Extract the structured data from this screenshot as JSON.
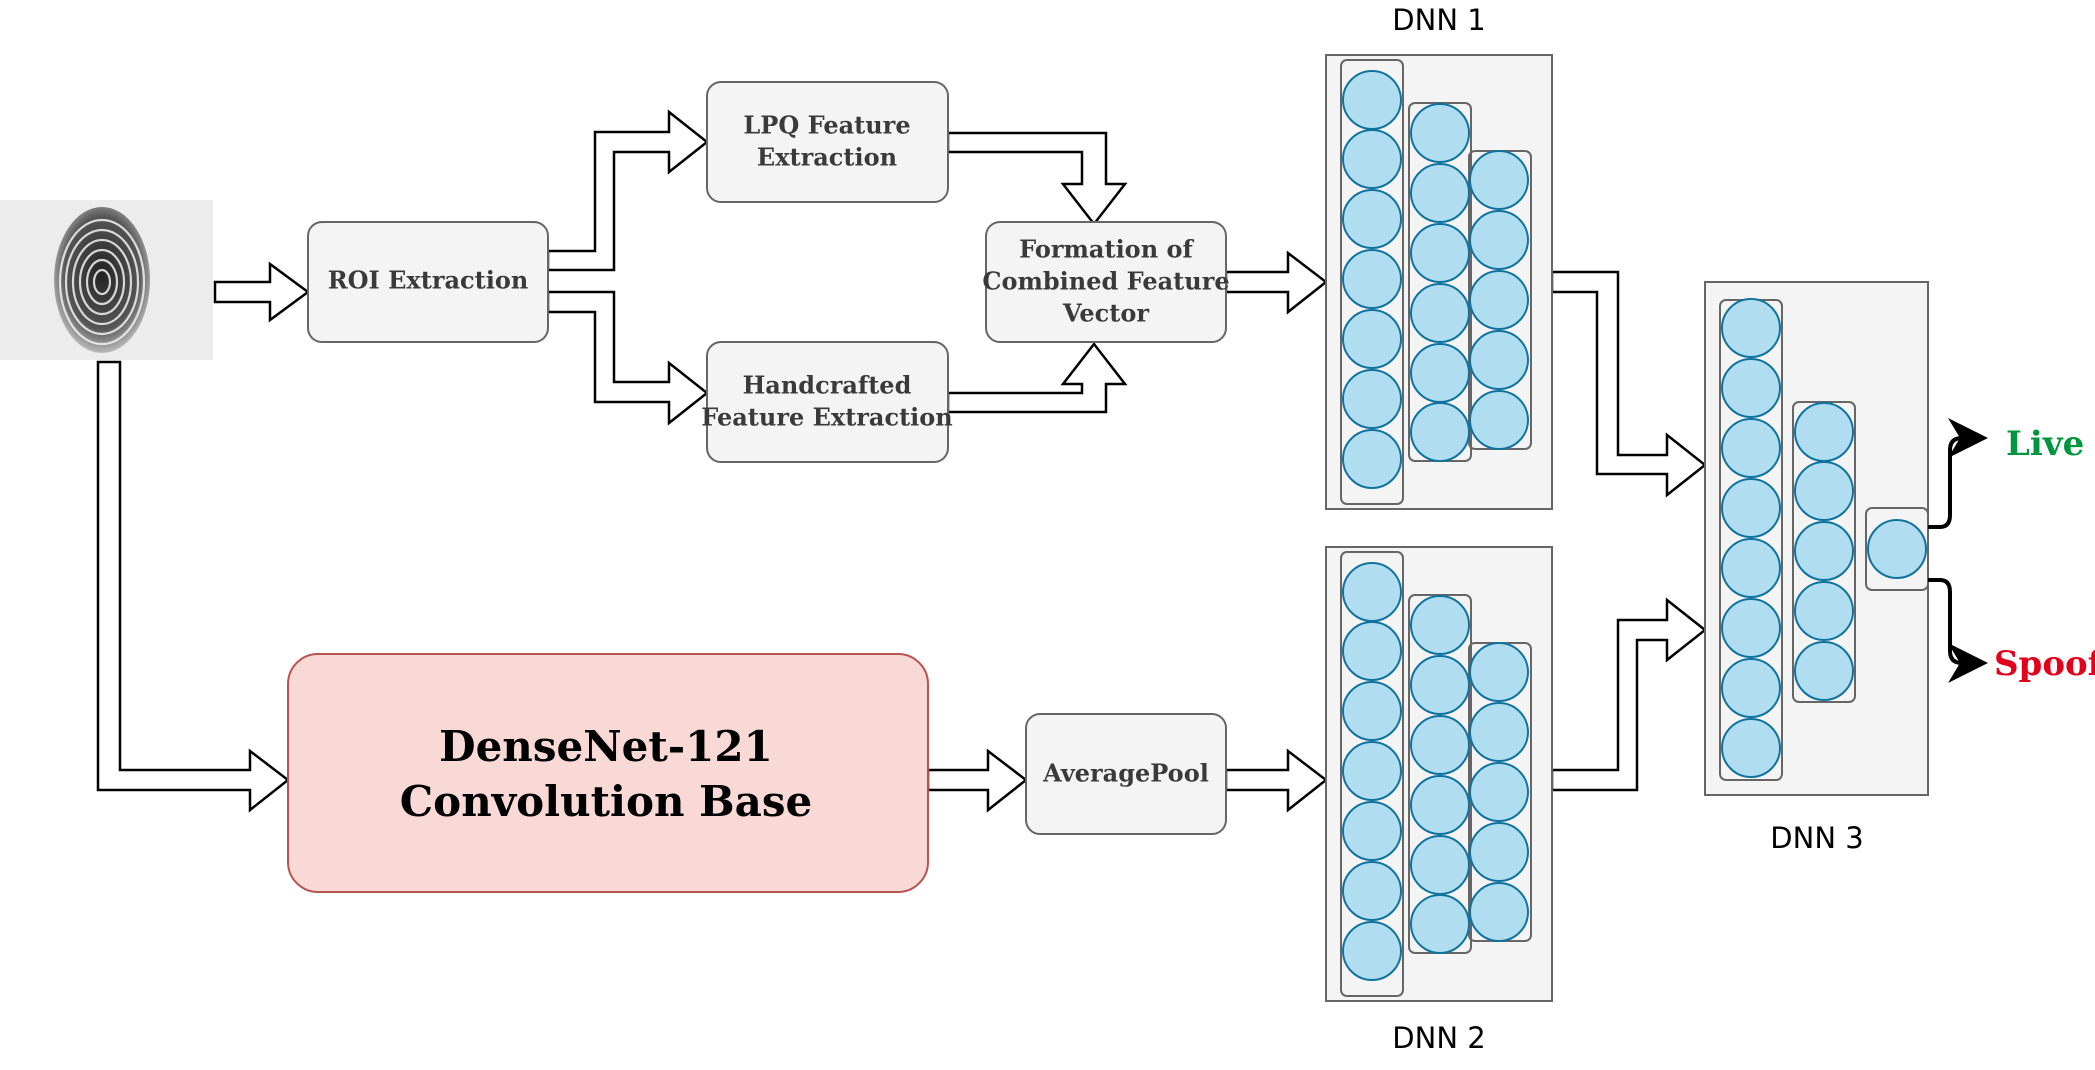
{
  "boxes": {
    "roi": "ROI Extraction",
    "lpq": [
      "LPQ Feature",
      "Extraction"
    ],
    "handcrafted": [
      "Handcrafted",
      "Feature Extraction"
    ],
    "combined": [
      "Formation of",
      "Combined Feature",
      "Vector"
    ],
    "densenet": [
      "DenseNet-121",
      "Convolution Base"
    ],
    "avgpool": "AveragePool"
  },
  "networks": {
    "dnn1": "DNN 1",
    "dnn2": "DNN 2",
    "dnn3": "DNN 3"
  },
  "outputs": {
    "live": "Live",
    "spoof": "Spoof"
  },
  "colors": {
    "box_fill": "#f4f4f4",
    "box_stroke": "#666666",
    "densenet_fill": "#f9d9d5",
    "densenet_stroke": "#b85450",
    "neuron_fill": "#b1ddf0",
    "neuron_stroke": "#10739e",
    "live": "#00963f",
    "spoof": "#e3001b"
  },
  "icons": {
    "input": "fingerprint-icon"
  }
}
